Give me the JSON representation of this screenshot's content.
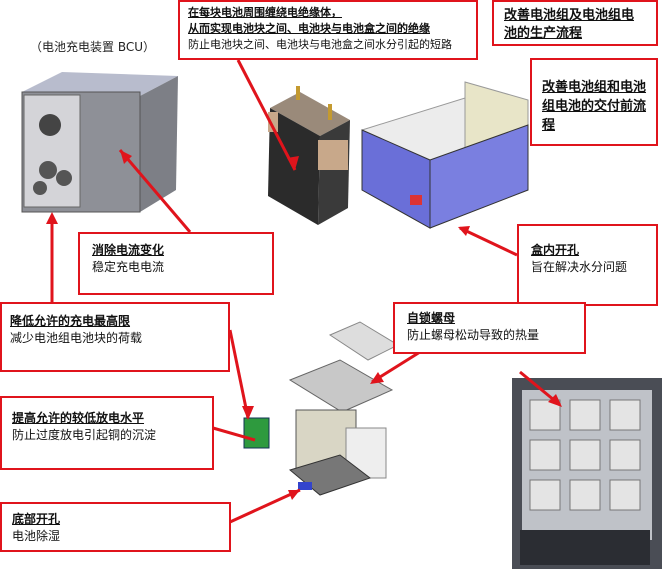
{
  "bcu_caption": "（电池充电装置 BCU）",
  "callouts": {
    "insulation": {
      "title_line1": "在每块电池周围缠绕电绝缘体，",
      "title_line2": "从而实现电池块之间、电池块与电池盒之间的绝缘",
      "desc": "防止电池块之间、电池块与电池盒之间水分引起的短路"
    },
    "production": {
      "title": "改善电池组及电池组电池的生产流程"
    },
    "predelivery": {
      "title": "改善电池组和电池组电池的交付前流程"
    },
    "current": {
      "title": "消除电流变化",
      "desc": "稳定充电电流"
    },
    "box_hole": {
      "title": "盒内开孔",
      "desc": "旨在解决水分问题"
    },
    "charge_limit": {
      "title": "降低允许的充电最高限",
      "desc": "减少电池组电池块的荷载"
    },
    "nut": {
      "title": "自锁螺母",
      "desc": "防止螺母松动导致的热量"
    },
    "discharge": {
      "title": "提高允许的较低放电水平",
      "desc": "防止过度放电引起铜的沉淀"
    },
    "bottom_hole": {
      "title": "底部开孔",
      "desc": "电池除湿"
    }
  },
  "colors": {
    "callout_border": "#e0141c",
    "box_blue": "#6a6fd8",
    "device_gray": "#8a8a8a"
  }
}
